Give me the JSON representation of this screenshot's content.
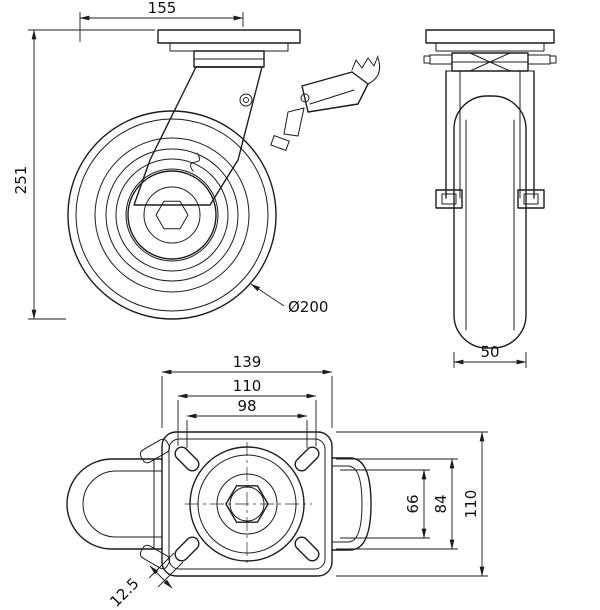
{
  "drawing": {
    "colors": {
      "line": "#1c1c1c",
      "background": "#ffffff"
    },
    "front_view": {
      "width_dim": "155",
      "height_dim": "251",
      "wheel_diameter_dim": "Ø200"
    },
    "side_view": {
      "wheel_width_dim": "50"
    },
    "top_view": {
      "plate_length_dim": "139",
      "bolt_span_outer_dim": "110",
      "bolt_span_inner_dim": "98",
      "bolt_span_vert_inner_dim": "66",
      "bolt_span_vert_outer_dim": "84",
      "plate_width_dim": "110",
      "slot_width_dim": "12.5"
    }
  }
}
